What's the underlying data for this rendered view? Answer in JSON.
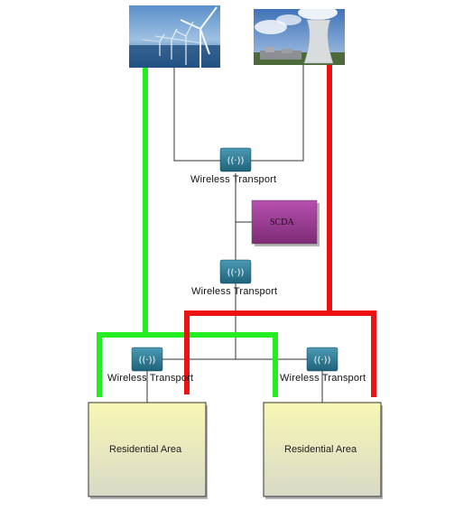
{
  "diagram": {
    "sources": {
      "wind": {
        "name": "wind-farm-photo"
      },
      "nuclear": {
        "name": "power-plant-photo"
      }
    },
    "nodes": {
      "top_transport": "Wireless Transport",
      "mid_transport": "Wireless Transport",
      "left_transport": "Wireless Transport",
      "right_transport": "Wireless Transport",
      "scda": "SCDA"
    },
    "areas": {
      "left": "Residential Area",
      "right": "Residential Area"
    },
    "colors": {
      "green_line": "#22ee22",
      "red_line": "#ee1111",
      "router": "#2d7c96",
      "scda_fill": "#a8469f",
      "area_fill": "#f2f2a6"
    }
  }
}
